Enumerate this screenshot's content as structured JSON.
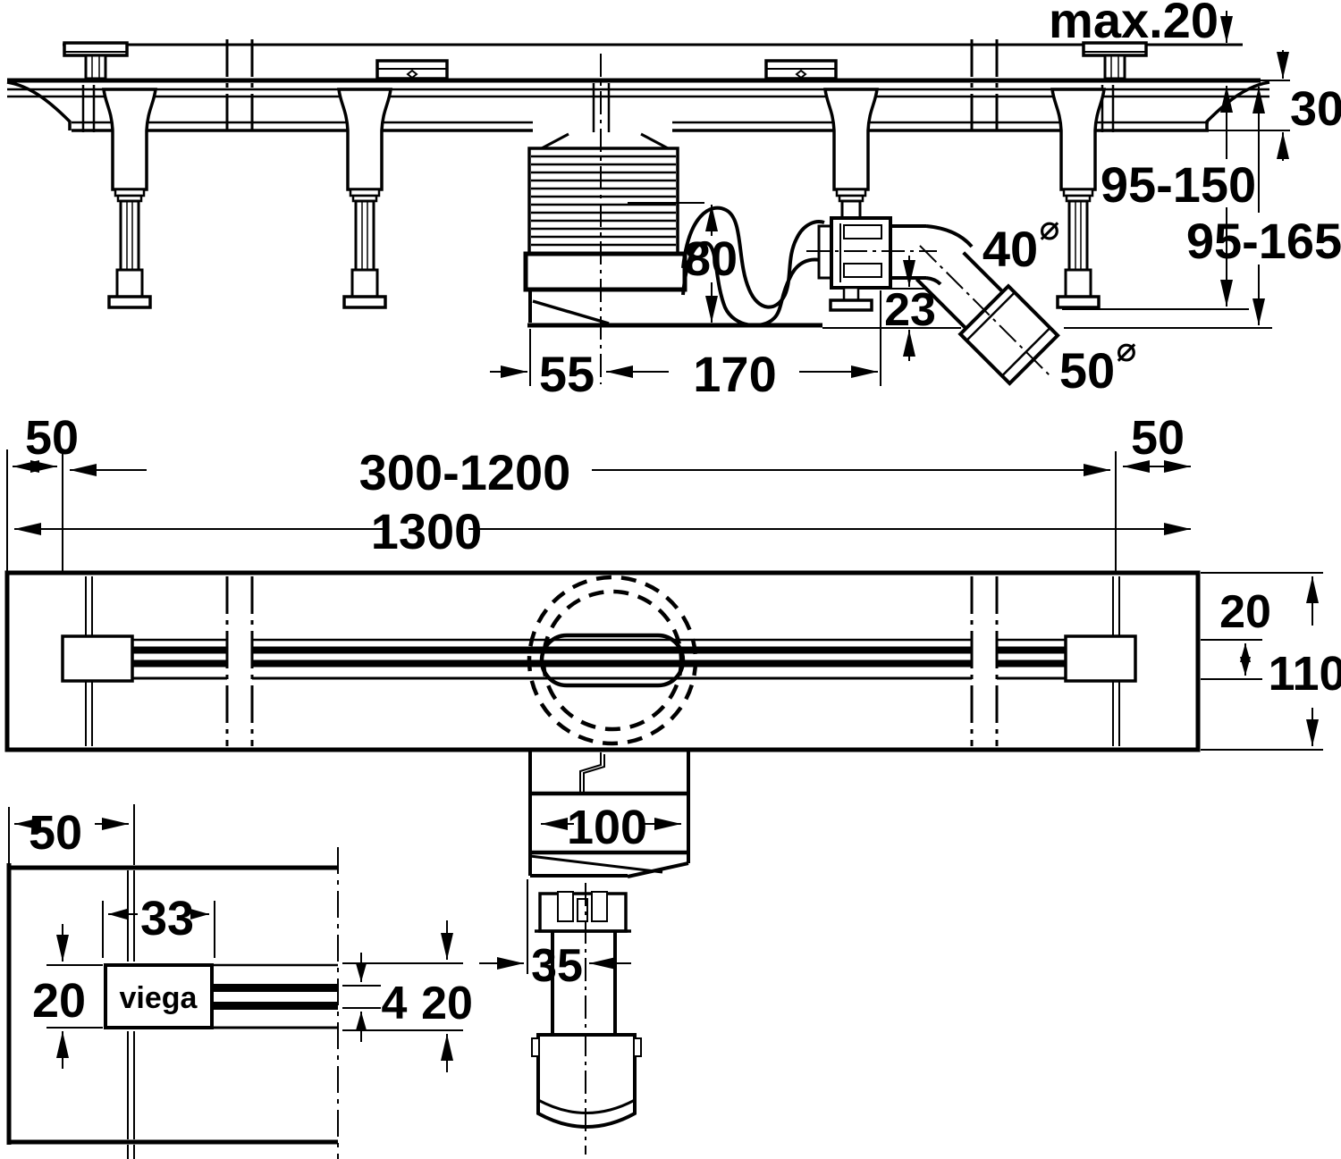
{
  "drawing": {
    "side": {
      "max_screed": "max.20",
      "frame_height": "30",
      "adjust_range_1": "95-150",
      "adjust_range_2": "95-165",
      "pipe_diameter": "40",
      "socket_diameter": "50",
      "dia_symbol": "⌀",
      "trap_height": "80",
      "outlet_drop": "23",
      "edge_to_drain": "55",
      "drain_to_outlet": "170"
    },
    "plan": {
      "end_left": "50",
      "end_right": "50",
      "length_range": "300-1200",
      "length_total": "1300",
      "slot_width": "20",
      "channel_width": "110",
      "body_width": "100",
      "outlet_offset": "35"
    },
    "detail": {
      "end_width": "50",
      "plate_length": "33",
      "plate_height": "20",
      "slot_gap": "4",
      "grate_height": "20",
      "logo": "viega"
    }
  }
}
